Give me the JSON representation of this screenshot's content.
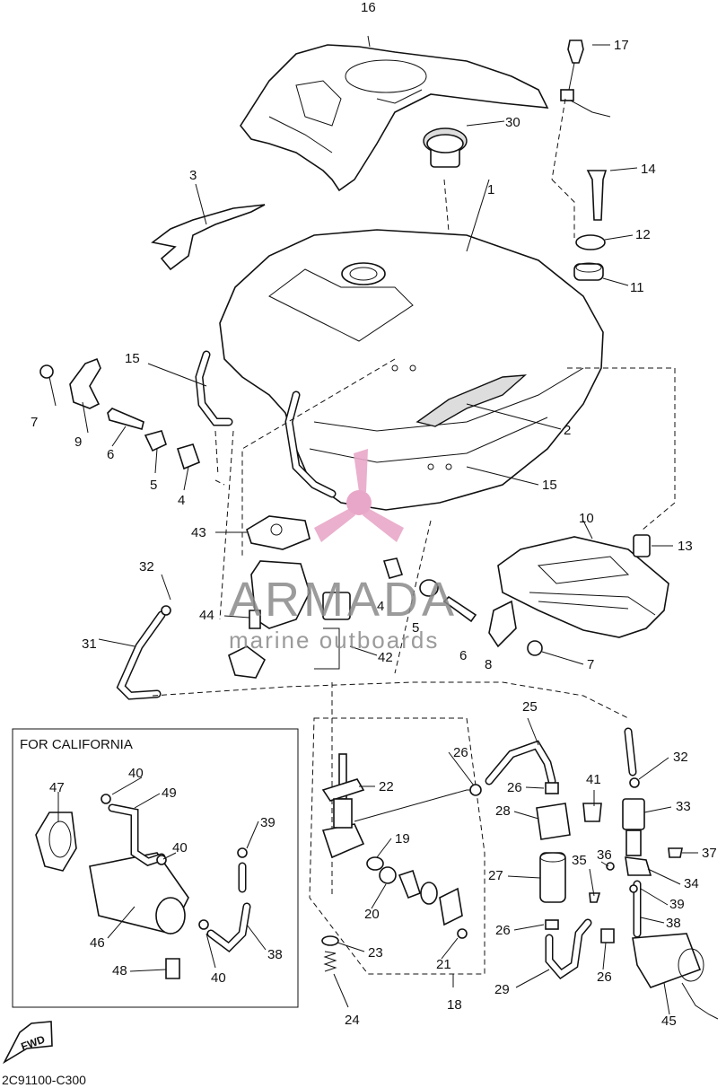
{
  "diagram": {
    "inset_title": "FOR CALIFORNIA",
    "diagram_code": "2C91100-C300",
    "fwd_label": "FWD",
    "watermark": {
      "brand": "ARMADA",
      "tagline": "marine outboards",
      "logo_color": "#e8a7c8"
    },
    "callouts": [
      "1",
      "2",
      "3",
      "4",
      "4",
      "5",
      "5",
      "6",
      "6",
      "7",
      "7",
      "8",
      "9",
      "10",
      "11",
      "12",
      "13",
      "14",
      "15",
      "15",
      "16",
      "17",
      "18",
      "19",
      "20",
      "21",
      "22",
      "23",
      "24",
      "25",
      "26",
      "26",
      "26",
      "26",
      "27",
      "28",
      "29",
      "30",
      "31",
      "32",
      "32",
      "33",
      "34",
      "35",
      "36",
      "37",
      "38",
      "38",
      "39",
      "39",
      "40",
      "40",
      "40",
      "41",
      "42",
      "43",
      "44",
      "45",
      "46",
      "47",
      "48",
      "49"
    ]
  }
}
